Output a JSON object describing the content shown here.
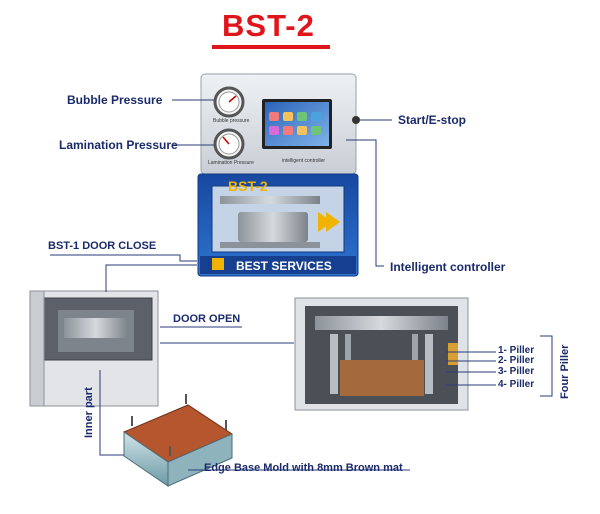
{
  "title": "BST-2",
  "labels": {
    "bubble_pressure": "Bubble Pressure",
    "lamination_pressure": "Lamination Pressure",
    "start_estop": "Start/E-stop",
    "intelligent_controller": "Intelligent controller",
    "bst1_door_close": "BST-1 DOOR CLOSE",
    "door_open": "DOOR OPEN",
    "inner_part": "Inner part",
    "edge_base_mold": "Edge Base Mold with 8mm Brown mat",
    "four_piller": "Four Piller",
    "pillers": [
      "1- Piller",
      "2- Piller",
      "3- Piller",
      "4- Piller"
    ]
  },
  "machine": {
    "brand_text": "BEST SERVICES",
    "model_text": "BST-2",
    "gauge1_caption": "Bubble pressure",
    "gauge2_caption": "Lamination Pressure",
    "controller_caption": "intelligent controller"
  },
  "colors": {
    "title_red": "#e0141b",
    "label_navy": "#1b2a6b",
    "machine_blue": "#1f5fb8",
    "brown_mat": "#b5562f"
  }
}
